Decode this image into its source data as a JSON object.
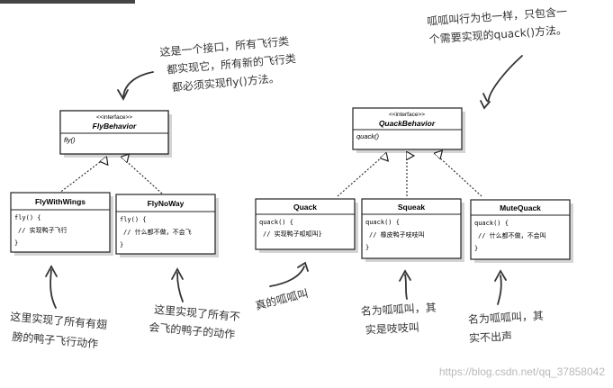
{
  "interfaces": {
    "fly": {
      "stereotype": "<<interface>>",
      "name": "FlyBehavior",
      "method": "fly()"
    },
    "quack": {
      "stereotype": "<<interface>>",
      "name": "QuackBehavior",
      "method": "quack()"
    }
  },
  "classes": {
    "fly_with_wings": {
      "name": "FlyWithWings",
      "lines": [
        "fly() {",
        "// 实现鸭子飞行",
        "}"
      ]
    },
    "fly_no_way": {
      "name": "FlyNoWay",
      "lines": [
        "fly() {",
        "// 什么都不做，不会飞",
        "}"
      ]
    },
    "quack": {
      "name": "Quack",
      "lines": [
        "quack() {",
        "// 实现鸭子呱呱叫}"
      ]
    },
    "squeak": {
      "name": "Squeak",
      "lines": [
        "quack() {",
        "// 橡皮鸭子吱吱叫",
        "}"
      ]
    },
    "mute_quack": {
      "name": "MuteQuack",
      "lines": [
        "quack() {",
        "// 什么都不做，不会叫",
        "}"
      ]
    }
  },
  "notes": {
    "fly_interface": [
      "这是一个接口，所有飞行类",
      "都实现它，所有新的飞行类",
      "都必须实现fly()方法。"
    ],
    "quack_interface": [
      "呱呱叫行为也一样，只包含一",
      "个需要实现的quack()方法。"
    ],
    "fly_with_wings": [
      "这里实现了所有有翅",
      "膀的鸭子飞行动作"
    ],
    "fly_no_way": [
      "这里实现了所有不",
      "会飞的鸭子的动作"
    ],
    "quack": [
      "真的呱呱叫"
    ],
    "squeak": [
      "名为呱呱叫，其",
      "实是吱吱叫"
    ],
    "mute_quack": [
      "名为呱呱叫，其",
      "实不出声"
    ]
  },
  "watermark": "https://blog.csdn.net/qq_37858042"
}
